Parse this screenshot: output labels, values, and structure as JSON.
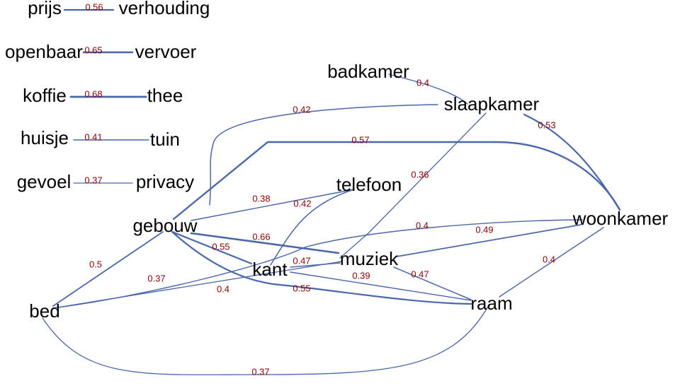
{
  "colors": {
    "edge": "#4a66ac",
    "weight": "#8b0000",
    "text": "#000000",
    "background": "#ffffff"
  },
  "nodes": {
    "prijs": "prijs",
    "verhouding": "verhouding",
    "openbaar": "openbaar",
    "vervoer": "vervoer",
    "koffie": "koffie",
    "thee": "thee",
    "huisje": "huisje",
    "tuin": "tuin",
    "gevoel": "gevoel",
    "privacy": "privacy",
    "badkamer": "badkamer",
    "slaapkamer": "slaapkamer",
    "telefoon": "telefoon",
    "gebouw": "gebouw",
    "woonkamer": "woonkamer",
    "kant": "kant",
    "muziek": "muziek",
    "bed": "bed",
    "raam": "raam"
  },
  "edges": [
    {
      "id": "prijs-verhouding",
      "from": "prijs",
      "to": "verhouding",
      "weight": "0.56"
    },
    {
      "id": "openbaar-vervoer",
      "from": "openbaar",
      "to": "vervoer",
      "weight": "0.65"
    },
    {
      "id": "koffie-thee",
      "from": "koffie",
      "to": "thee",
      "weight": "0.68"
    },
    {
      "id": "huisje-tuin",
      "from": "huisje",
      "to": "tuin",
      "weight": "0.41"
    },
    {
      "id": "gevoel-privacy",
      "from": "gevoel",
      "to": "privacy",
      "weight": "0.37"
    },
    {
      "id": "badkamer-slaapkamer",
      "from": "badkamer",
      "to": "slaapkamer",
      "weight": "0.4"
    },
    {
      "id": "gebouw-slaapkamer",
      "from": "gebouw",
      "to": "slaapkamer",
      "weight": "0.42"
    },
    {
      "id": "slaapkamer-woonkamer",
      "from": "slaapkamer",
      "to": "woonkamer",
      "weight": "0.53"
    },
    {
      "id": "gebouw-woonkamer",
      "from": "gebouw",
      "to": "woonkamer",
      "weight": "0.57"
    },
    {
      "id": "slaapkamer-kant",
      "from": "slaapkamer",
      "to": "kant",
      "weight": "0.36"
    },
    {
      "id": "gebouw-telefoon",
      "from": "gebouw",
      "to": "telefoon",
      "weight": "0.38"
    },
    {
      "id": "telefoon-kant",
      "from": "telefoon",
      "to": "kant",
      "weight": "0.42"
    },
    {
      "id": "gebouw-muziek",
      "from": "gebouw",
      "to": "muziek",
      "weight": "0.66"
    },
    {
      "id": "gebouw-kant",
      "from": "gebouw",
      "to": "kant",
      "weight": "0.55"
    },
    {
      "id": "gebouw-raam",
      "from": "gebouw",
      "to": "raam",
      "weight": "0.55"
    },
    {
      "id": "gebouw-bed",
      "from": "gebouw",
      "to": "bed",
      "weight": "0.5"
    },
    {
      "id": "bed-muziek",
      "from": "bed",
      "to": "muziek",
      "weight": "0.37"
    },
    {
      "id": "bed-woonkamer",
      "from": "bed",
      "to": "woonkamer",
      "weight": "0.4"
    },
    {
      "id": "kant-muziek",
      "from": "kant",
      "to": "muziek",
      "weight": "0.47"
    },
    {
      "id": "muziek-woonkamer",
      "from": "muziek",
      "to": "woonkamer",
      "weight": "0.49"
    },
    {
      "id": "kant-raam",
      "from": "kant",
      "to": "raam",
      "weight": "0.39"
    },
    {
      "id": "muziek-raam",
      "from": "muziek",
      "to": "raam",
      "weight": "0.47"
    },
    {
      "id": "raam-woonkamer",
      "from": "raam",
      "to": "woonkamer",
      "weight": "0.4"
    },
    {
      "id": "bed-raam",
      "from": "bed",
      "to": "raam",
      "weight": "0.37"
    }
  ]
}
